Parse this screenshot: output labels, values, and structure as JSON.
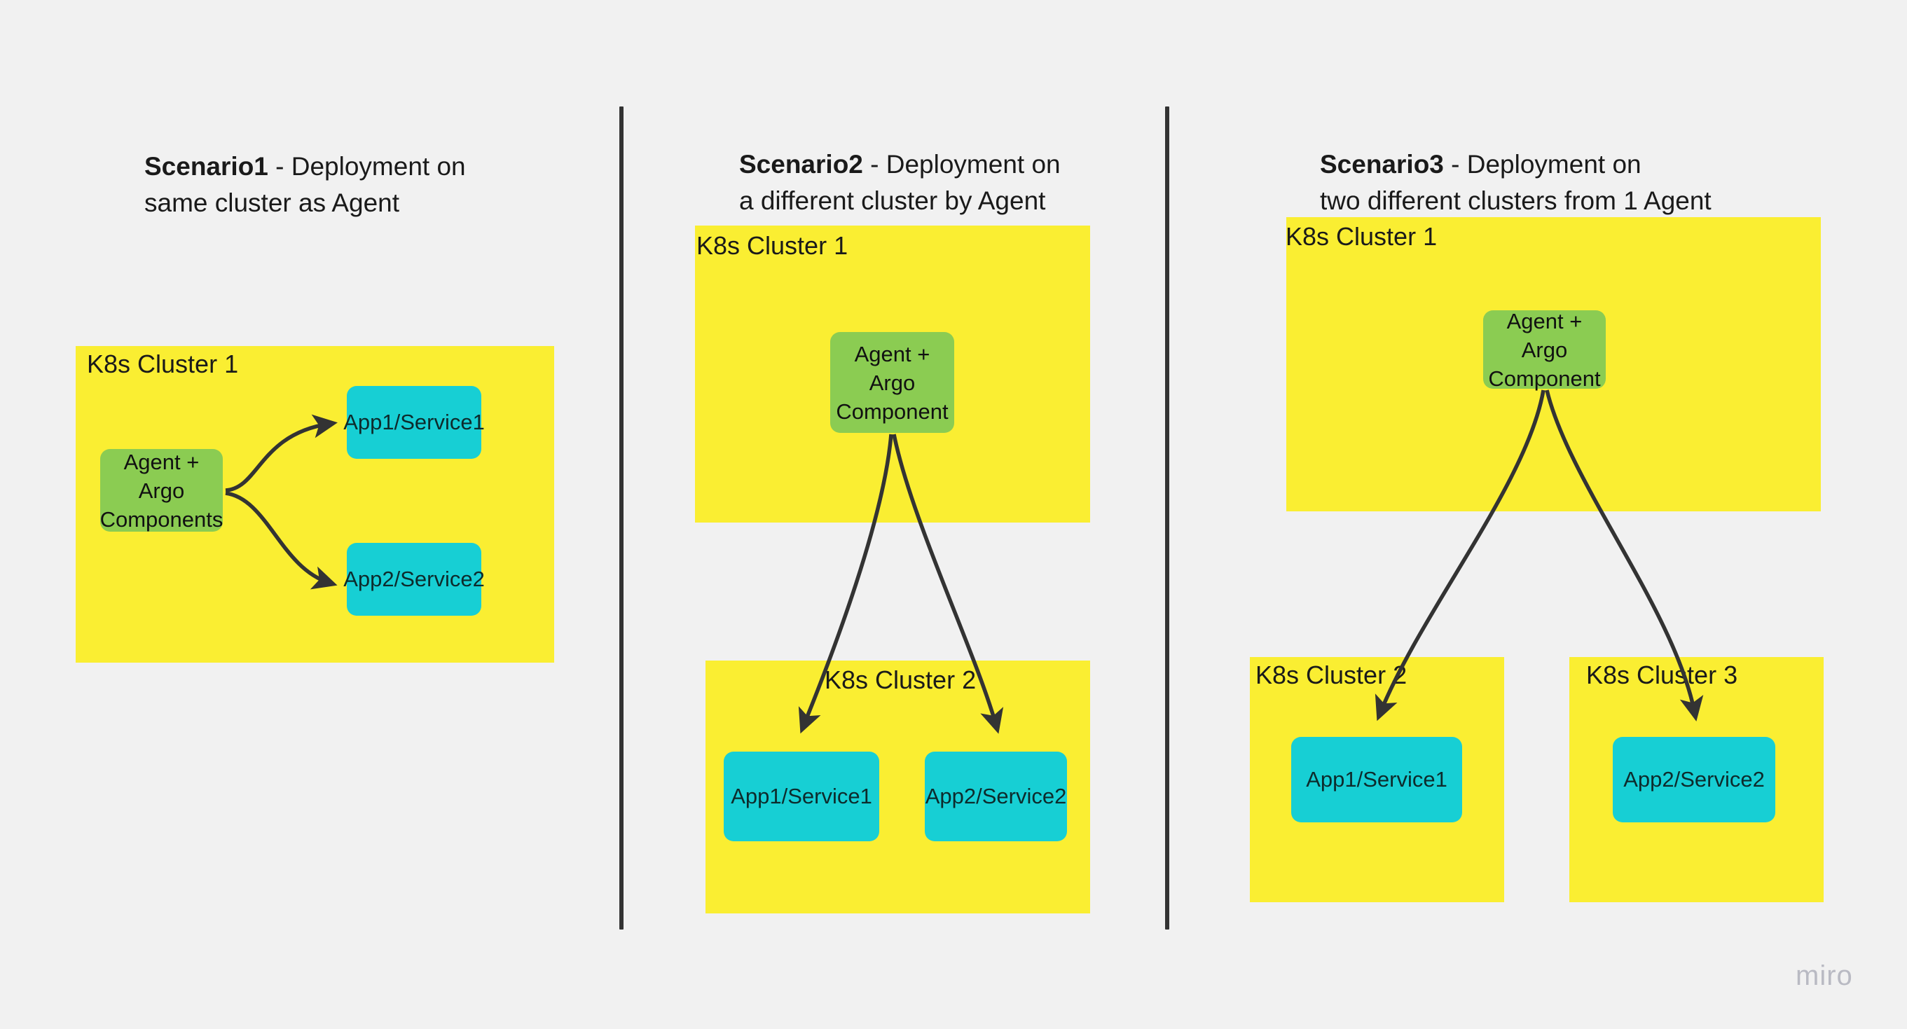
{
  "page": {
    "background_color": "#F1F1F1",
    "watermark": "miro"
  },
  "palette": {
    "cluster_yellow": "#FAEE32",
    "agent_green": "#8BCC52",
    "app_cyan": "#17CFD4",
    "arrow_dark": "#333333",
    "text_dark": "#1a1a1a"
  },
  "scenarios": [
    {
      "id": "scenario1",
      "title_strong": "Scenario1",
      "title_rest": " - Deployment on\nsame cluster as Agent",
      "clusters": [
        {
          "id": "s1-cluster1",
          "label": "K8s Cluster 1"
        }
      ],
      "agents": [
        {
          "id": "s1-agent",
          "label": "Agent + Argo\nComponents"
        }
      ],
      "apps": [
        {
          "id": "s1-app1",
          "label": "App1/Service1"
        },
        {
          "id": "s1-app2",
          "label": "App2/Service2"
        }
      ]
    },
    {
      "id": "scenario2",
      "title_strong": "Scenario2",
      "title_rest": " - Deployment on\na different cluster by Agent",
      "clusters": [
        {
          "id": "s2-cluster1",
          "label": "K8s Cluster 1"
        },
        {
          "id": "s2-cluster2",
          "label": "K8s Cluster 2"
        }
      ],
      "agents": [
        {
          "id": "s2-agent",
          "label": "Agent +\nArgo\nComponent"
        }
      ],
      "apps": [
        {
          "id": "s2-app1",
          "label": "App1/Service1"
        },
        {
          "id": "s2-app2",
          "label": "App2/Service2"
        }
      ]
    },
    {
      "id": "scenario3",
      "title_strong": "Scenario3",
      "title_rest": " - Deployment on\ntwo different clusters from 1 Agent",
      "clusters": [
        {
          "id": "s3-cluster1",
          "label": "K8s Cluster 1"
        },
        {
          "id": "s3-cluster2",
          "label": "K8s Cluster 2"
        },
        {
          "id": "s3-cluster3",
          "label": "K8s Cluster 3"
        }
      ],
      "agents": [
        {
          "id": "s3-agent",
          "label": "Agent +\nArgo\nComponent"
        }
      ],
      "apps": [
        {
          "id": "s3-app1",
          "label": "App1/Service1"
        },
        {
          "id": "s3-app2",
          "label": "App2/Service2"
        }
      ]
    }
  ]
}
